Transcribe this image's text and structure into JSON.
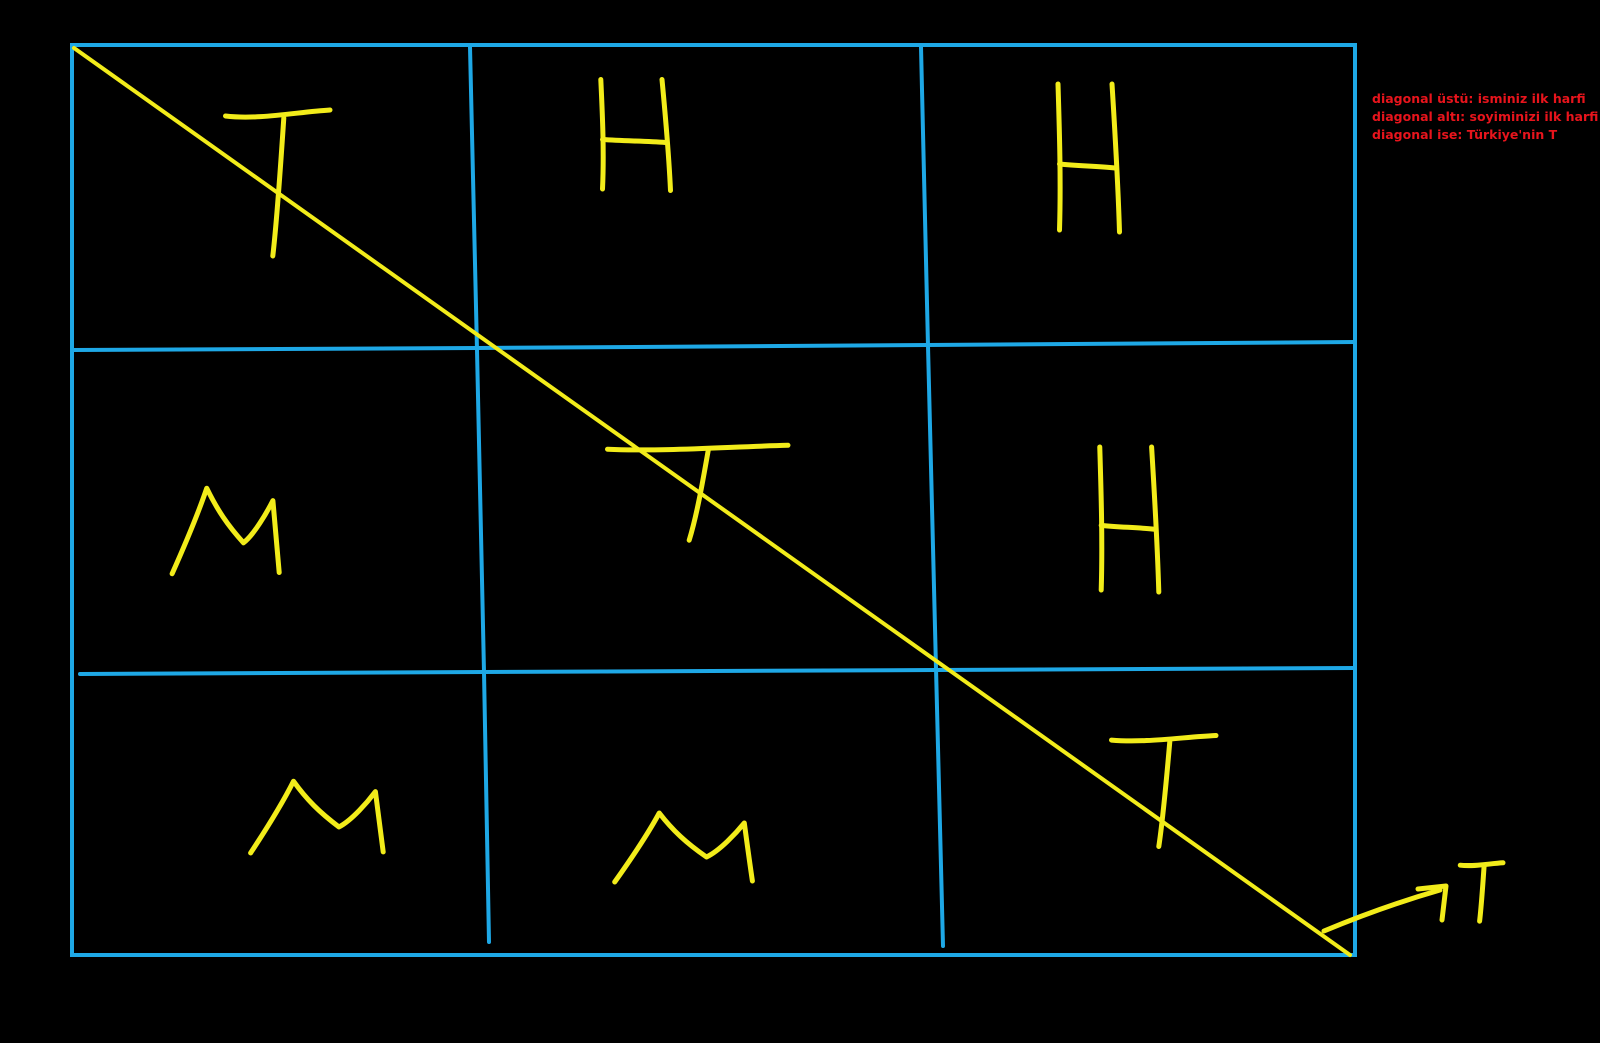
{
  "notes": {
    "line1": "diagonal üstü: isminiz ilk harfi",
    "line2": "diagonal altı: soyiminizi ilk harfi",
    "line3": "diagonal ise: Türkiye'nin T"
  },
  "matrix": {
    "rows": 3,
    "cols": 3,
    "cells": [
      [
        "T",
        "H",
        "H"
      ],
      [
        "M",
        "T",
        "H"
      ],
      [
        "M",
        "M",
        "T"
      ]
    ],
    "diagonal_arrow_label": "T"
  },
  "colors": {
    "background": "#000000",
    "grid": "#1ea8e6",
    "ink": "#f2ec1a",
    "note_text": "#e8141c"
  }
}
